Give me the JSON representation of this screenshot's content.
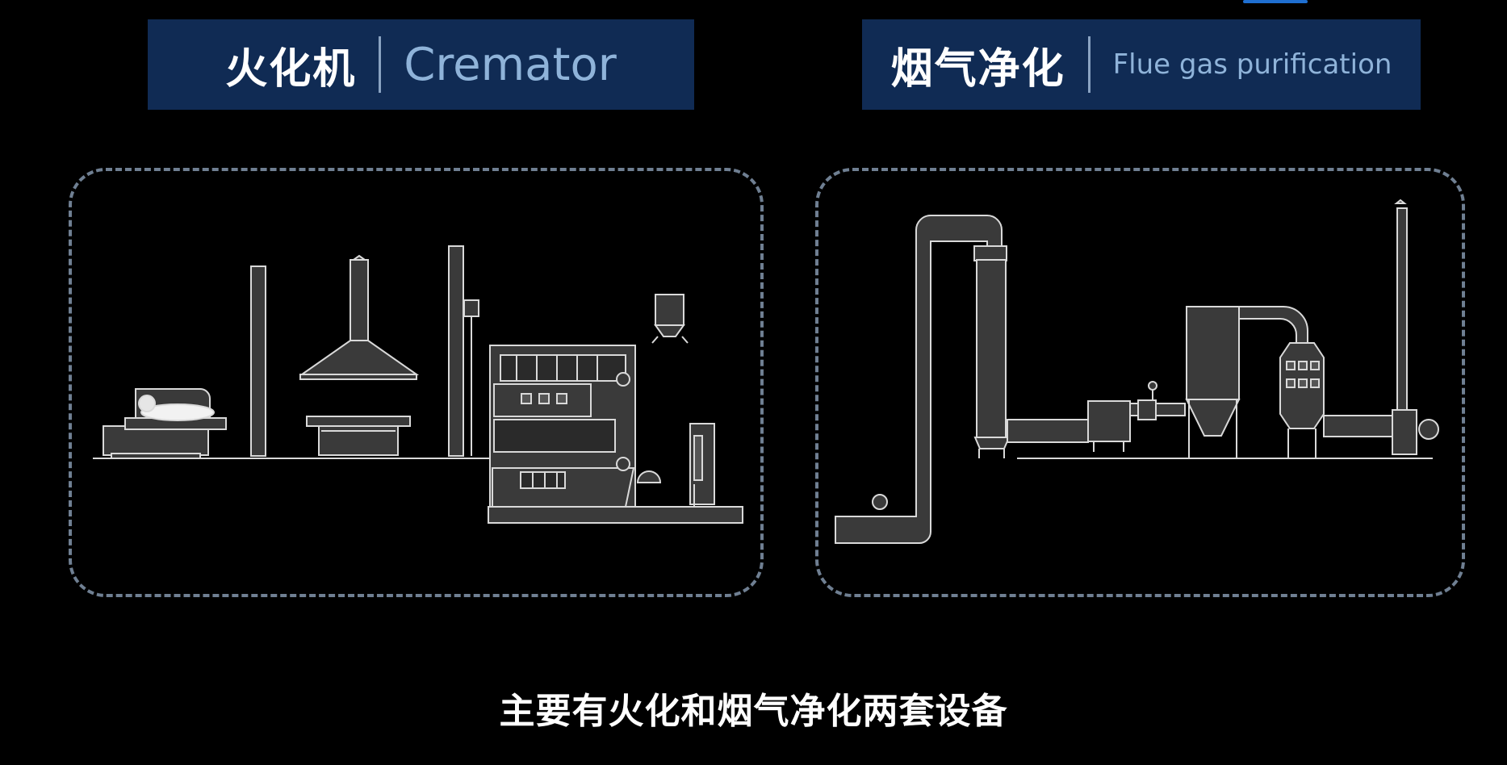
{
  "cremator": {
    "title_zh": "火化机",
    "title_en": "Cremator"
  },
  "flue_gas": {
    "title_zh": "烟气净化",
    "title_en": "Flue gas purification"
  },
  "subtitle": "主要有火化和烟气净化两套设备",
  "colors": {
    "title_bg": "#102b54",
    "title_en": "#8fb3d9",
    "panel_border": "#6f7f92",
    "equipment_fill": "#3a3a3a",
    "equipment_stroke": "#d9d9d9"
  }
}
